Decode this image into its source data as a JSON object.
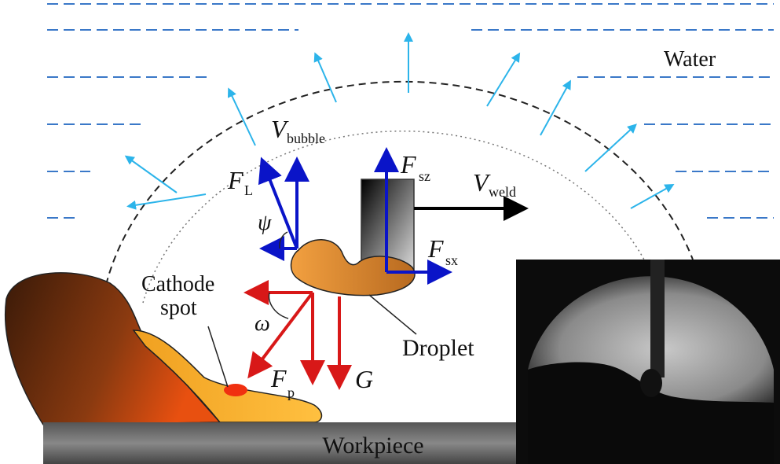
{
  "labels": {
    "water": "Water",
    "v_bubble_main": "V",
    "v_bubble_sub": "bubble",
    "f_l_main": "F",
    "f_l_sub": "L",
    "psi": "ψ",
    "f_sz_main": "F",
    "f_sz_sub": "sz",
    "v_weld_main": "V",
    "v_weld_sub": "weld",
    "f_sx_main": "F",
    "f_sx_sub": "sx",
    "cathode_line1": "Cathode",
    "cathode_line2": "spot",
    "omega": "ω",
    "droplet": "Droplet",
    "f_p_main": "F",
    "f_p_sub": "p",
    "g": "G",
    "workpiece": "Workpiece"
  },
  "colors": {
    "force_blue": "#0a14c8",
    "force_red": "#d81818",
    "bubble_arrow": "#2cb4ea",
    "water_dash": "#3a78c8"
  }
}
